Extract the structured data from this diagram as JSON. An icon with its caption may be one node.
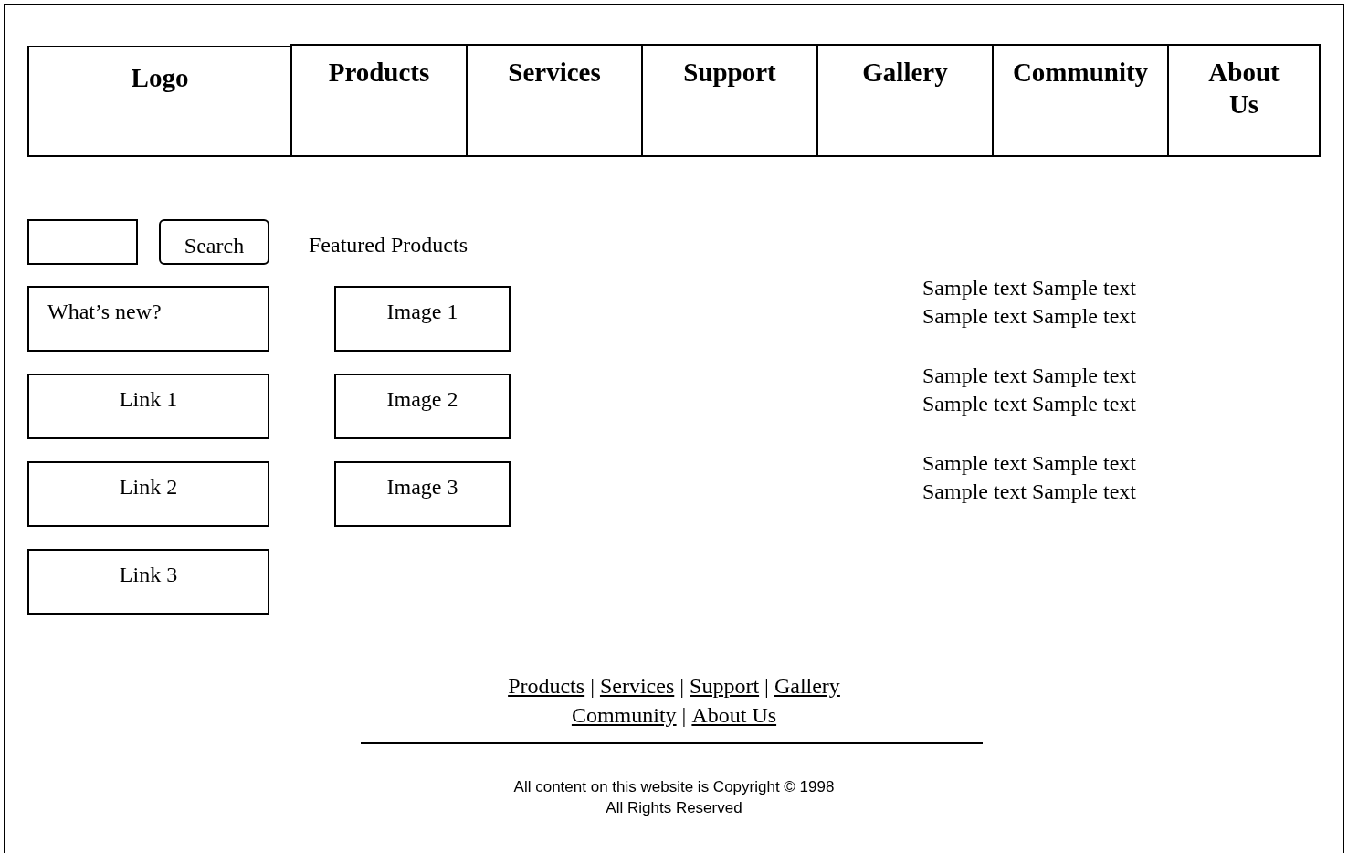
{
  "diagram": {
    "nodes": [
      {
        "text": [
          "Logo"
        ]
      },
      {
        "text": [
          "Products"
        ]
      },
      {
        "text": [
          "Services"
        ]
      },
      {
        "text": [
          "Support"
        ]
      },
      {
        "text": [
          "Gallery"
        ]
      },
      {
        "text": [
          "Community"
        ]
      },
      {
        "text": [
          "About Us"
        ]
      },
      {
        "text": [],
        "shape": "box"
      },
      {
        "text": [
          "Search"
        ]
      },
      {
        "text": [
          "What’s new?"
        ]
      },
      {
        "text": [
          "Image 1"
        ]
      },
      {
        "text": [
          "Link 1"
        ]
      },
      {
        "text": [
          "Image 2"
        ]
      },
      {
        "text": [
          "Link 2"
        ]
      },
      {
        "text": [
          "Image 3"
        ]
      },
      {
        "text": [
          "Link 3"
        ]
      }
    ],
    "labels": [
      "Featured Products",
      "Sample text Sample text Sample text Sample text",
      "Sample text Sample text Sample text Sample text",
      "Sample text Sample text Sample text Sample text",
      "Products",
      "|",
      "Services",
      "|",
      "Support",
      "|",
      "Gallery",
      "Community",
      "|",
      "About Us",
      "All content on this website is Copyright © 1998",
      "All Rights Reserved"
    ]
  }
}
